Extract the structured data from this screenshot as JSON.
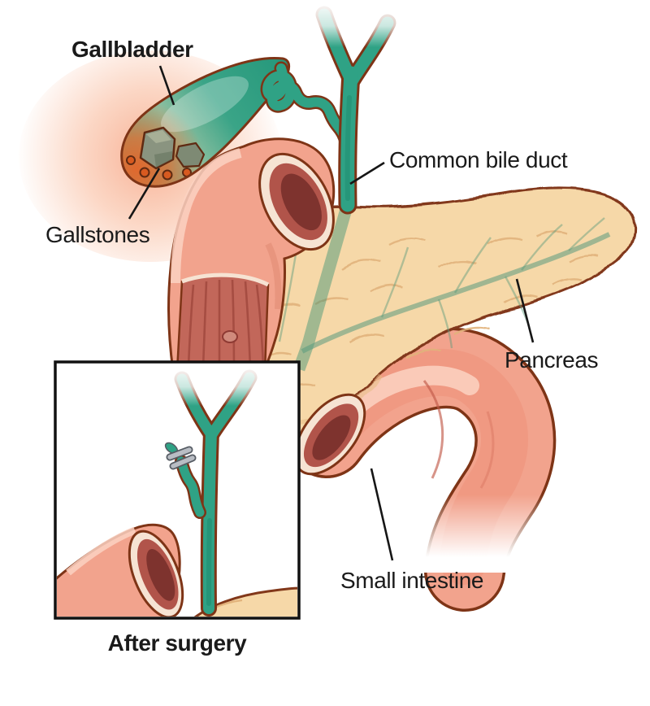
{
  "figure": {
    "kind": "medical illustration",
    "subject": "Gallbladder with gallstones and biliary anatomy, with post-cholecystectomy inset"
  },
  "labels": {
    "gallbladder": "Gallbladder",
    "gallstones": "Gallstones",
    "common_bile_duct": "Common bile duct",
    "pancreas": "Pancreas",
    "small_intestine": "Small intestine",
    "after_surgery": "After surgery"
  },
  "colors": {
    "background": "#ffffff",
    "duct_teal": "#2fa285",
    "duct_teal_dark": "#1d8a6e",
    "organ_outline_brown": "#7e3416",
    "inflammation_orange": "#e4662b",
    "glow_orange": "#f3783c",
    "gallstone_gray": "#8a9480",
    "intestine_pink": "#f2a38d",
    "intestine_highlight": "#fbd2c2",
    "lumen_red": "#b1544a",
    "lumen_deep_red": "#7e332e",
    "cut_rim_cream": "#f6e3d3",
    "pancreas_tan": "#f6d8a8",
    "pancreas_lobule": "#e2b37c",
    "surgical_clip_gray": "#9aa0a8",
    "label_text": "#1a1a1a",
    "inset_border": "#111111",
    "leader_line": "#161616"
  },
  "inset": {
    "caption": "After surgery",
    "description": "Bile duct with clipped cystic duct stump after gallbladder removal"
  }
}
